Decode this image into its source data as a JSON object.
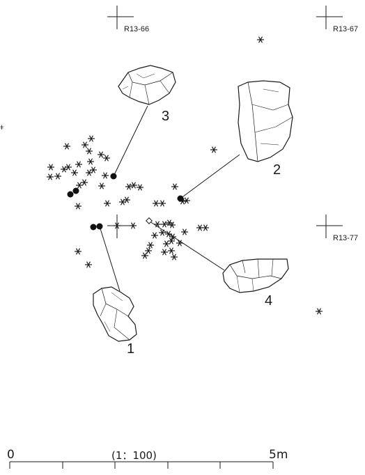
{
  "grid_points": [
    {
      "id": "gp-r13-66",
      "label": "R13-66"
    },
    {
      "id": "gp-r13-67",
      "label": "R13-67"
    },
    {
      "id": "gp-r13-77",
      "label": "R13-77"
    }
  ],
  "margin_mark": "ǂ",
  "artifacts": [
    {
      "id": "artifact-1",
      "number": "1"
    },
    {
      "id": "artifact-2",
      "number": "2"
    },
    {
      "id": "artifact-3",
      "number": "3"
    },
    {
      "id": "artifact-4",
      "number": "4"
    }
  ],
  "scale_bar": {
    "start_label": "0",
    "end_label": "5m",
    "ratio": "(1：100)"
  }
}
